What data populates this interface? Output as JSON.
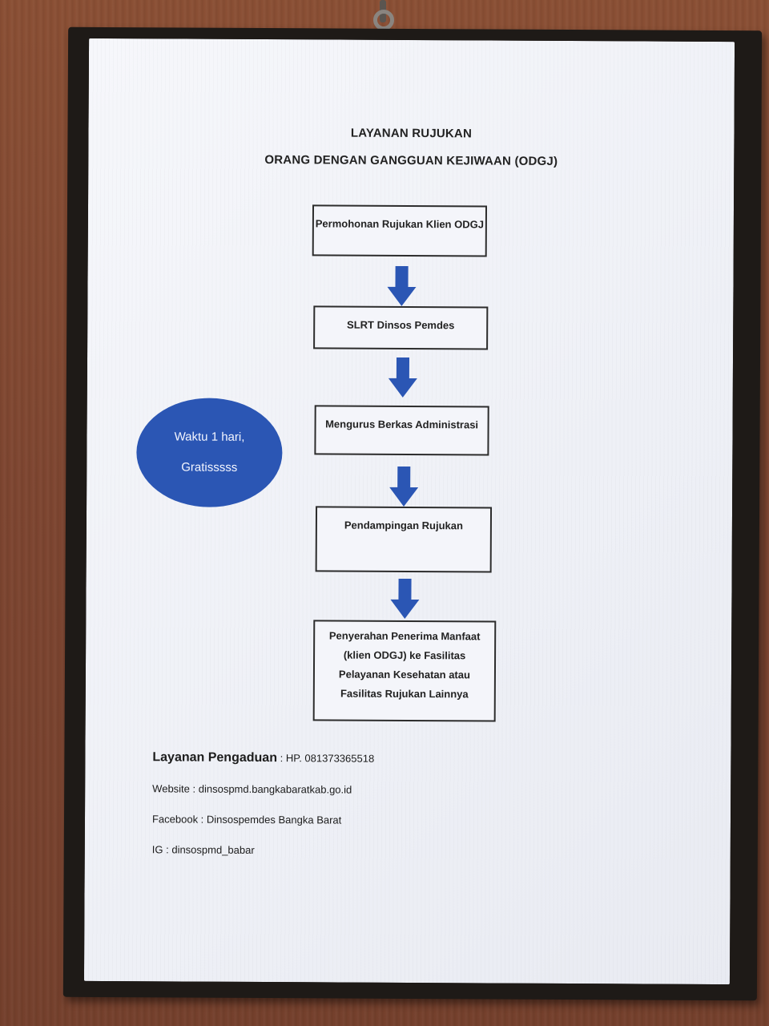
{
  "poster": {
    "title_line1": "LAYANAN RUJUKAN",
    "title_line2": "ORANG DENGAN GANGGUAN KEJIWAAN (ODGJ)"
  },
  "flow_steps": [
    {
      "label": "Permohonan Rujukan Klien ODGJ"
    },
    {
      "label": "SLRT Dinsos Pemdes"
    },
    {
      "label": "Mengurus Berkas Administrasi"
    },
    {
      "label": "Pendampingan Rujukan"
    },
    {
      "label": "Penyerahan Penerima Manfaat (klien ODGJ) ke Fasilitas Pelayanan Kesehatan atau Fasilitas Rujukan Lainnya"
    }
  ],
  "info_circle": {
    "line1": "Waktu 1 hari,",
    "line2": "Gratisssss",
    "color": "#2b56b4"
  },
  "contact": {
    "complaint_label": "Layanan Pengaduan",
    "complaint_value": ": HP. 081373365518",
    "website": "Website : dinsospmd.bangkabaratkab.go.id",
    "facebook": "Facebook : Dinsospemdes Bangka Barat",
    "instagram": "IG : dinsospmd_babar"
  },
  "colors": {
    "arrow": "#2b56b4",
    "frame": "#1e1a17",
    "wall": "#7d4530"
  },
  "icons": {
    "arrow": "arrow-down-icon"
  }
}
